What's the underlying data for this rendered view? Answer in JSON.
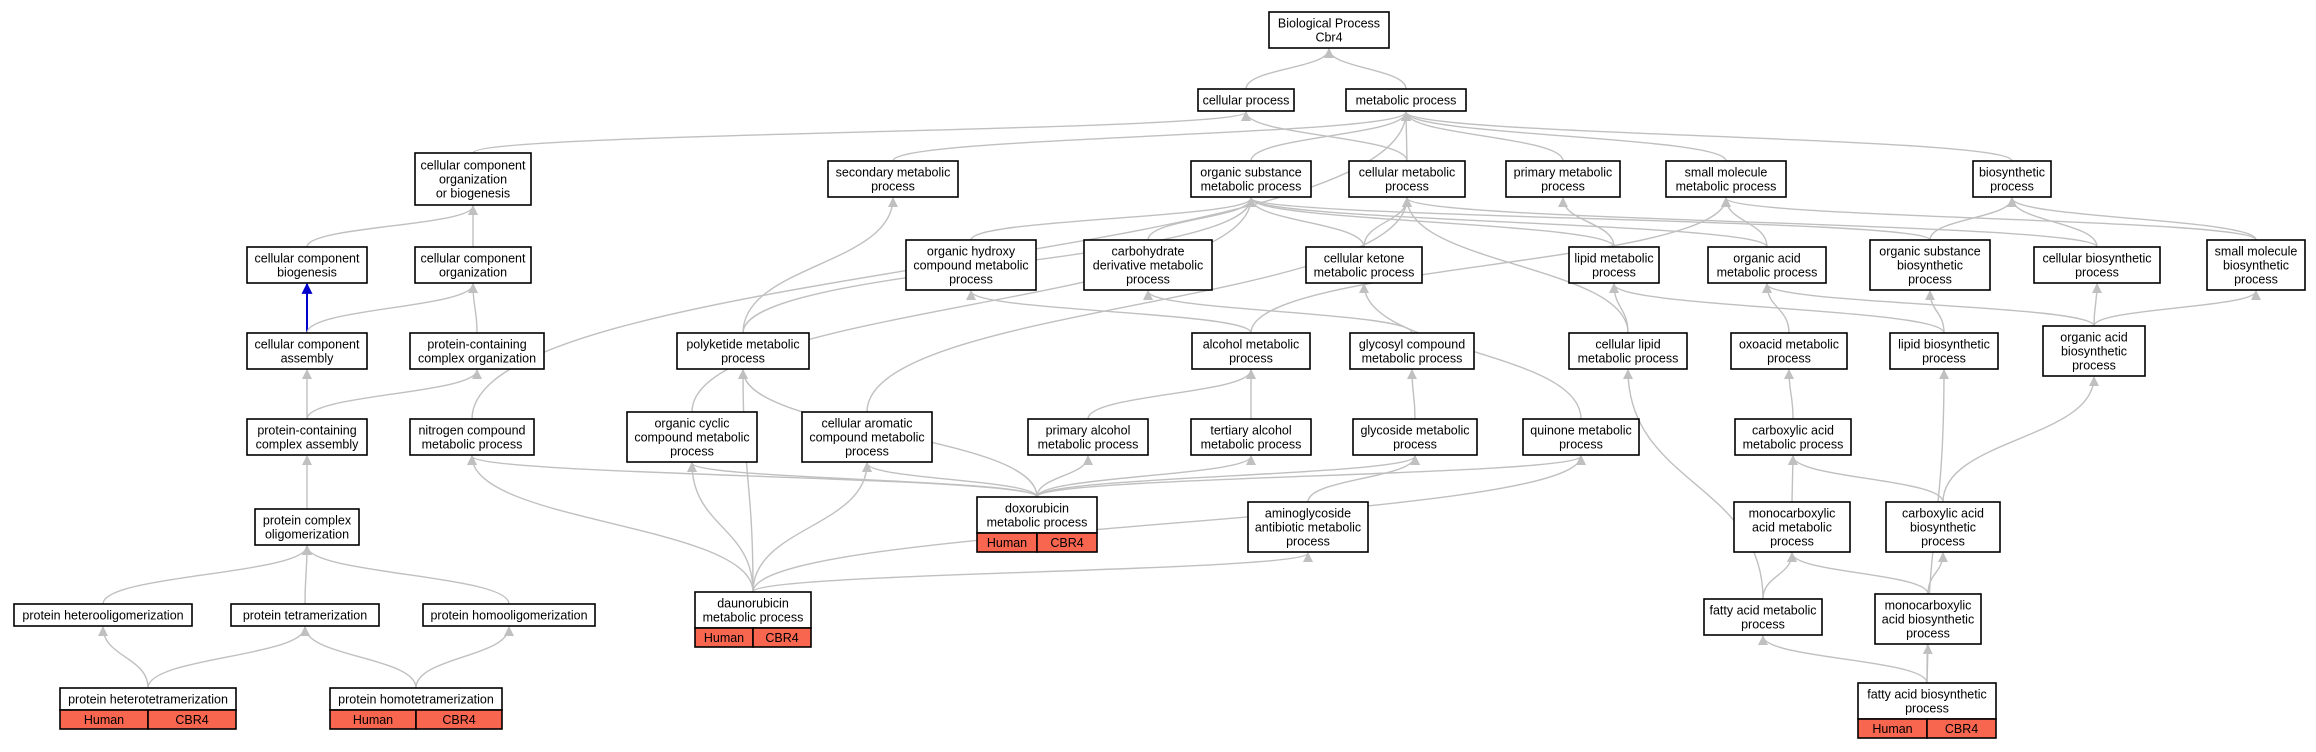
{
  "nodes": [
    {
      "id": "root",
      "lines": [
        "Biological Process",
        "Cbr4"
      ]
    },
    {
      "id": "cp",
      "lines": [
        "cellular process"
      ]
    },
    {
      "id": "mp",
      "lines": [
        "metabolic process"
      ]
    },
    {
      "id": "ccob",
      "lines": [
        "cellular component",
        "organization",
        "or biogenesis"
      ]
    },
    {
      "id": "smp",
      "lines": [
        "secondary metabolic",
        "process"
      ]
    },
    {
      "id": "osmp",
      "lines": [
        "organic substance",
        "metabolic process"
      ]
    },
    {
      "id": "cmp",
      "lines": [
        "cellular metabolic",
        "process"
      ]
    },
    {
      "id": "pmp",
      "lines": [
        "primary metabolic",
        "process"
      ]
    },
    {
      "id": "smmp",
      "lines": [
        "small molecule",
        "metabolic process"
      ]
    },
    {
      "id": "bp",
      "lines": [
        "biosynthetic",
        "process"
      ]
    },
    {
      "id": "ccb",
      "lines": [
        "cellular component",
        "biogenesis"
      ]
    },
    {
      "id": "cco",
      "lines": [
        "cellular component",
        "organization"
      ]
    },
    {
      "id": "ohcmp",
      "lines": [
        "organic hydroxy",
        "compound metabolic",
        "process"
      ]
    },
    {
      "id": "cdmp",
      "lines": [
        "carbohydrate",
        "derivative metabolic",
        "process"
      ]
    },
    {
      "id": "ckmp",
      "lines": [
        "cellular ketone",
        "metabolic process"
      ]
    },
    {
      "id": "lmp",
      "lines": [
        "lipid metabolic",
        "process"
      ]
    },
    {
      "id": "oamp",
      "lines": [
        "organic acid",
        "metabolic process"
      ]
    },
    {
      "id": "osbp",
      "lines": [
        "organic substance",
        "biosynthetic",
        "process"
      ]
    },
    {
      "id": "cbp",
      "lines": [
        "cellular biosynthetic",
        "process"
      ]
    },
    {
      "id": "smbp",
      "lines": [
        "small molecule",
        "biosynthetic",
        "process"
      ]
    },
    {
      "id": "cca",
      "lines": [
        "cellular component",
        "assembly"
      ]
    },
    {
      "id": "pcco",
      "lines": [
        "protein-containing",
        "complex organization"
      ]
    },
    {
      "id": "pkmp",
      "lines": [
        "polyketide metabolic",
        "process"
      ]
    },
    {
      "id": "almp",
      "lines": [
        "alcohol metabolic",
        "process"
      ]
    },
    {
      "id": "gcmp",
      "lines": [
        "glycosyl compound",
        "metabolic process"
      ]
    },
    {
      "id": "clmp",
      "lines": [
        "cellular lipid",
        "metabolic process"
      ]
    },
    {
      "id": "oxmp",
      "lines": [
        "oxoacid metabolic",
        "process"
      ]
    },
    {
      "id": "lbp",
      "lines": [
        "lipid biosynthetic",
        "process"
      ]
    },
    {
      "id": "oabp",
      "lines": [
        "organic acid",
        "biosynthetic",
        "process"
      ]
    },
    {
      "id": "pcca",
      "lines": [
        "protein-containing",
        "complex assembly"
      ]
    },
    {
      "id": "ncmp",
      "lines": [
        "nitrogen compound",
        "metabolic process"
      ]
    },
    {
      "id": "occmp",
      "lines": [
        "organic cyclic",
        "compound metabolic",
        "process"
      ]
    },
    {
      "id": "cacmp",
      "lines": [
        "cellular aromatic",
        "compound metabolic",
        "process"
      ]
    },
    {
      "id": "pamp",
      "lines": [
        "primary alcohol",
        "metabolic process"
      ]
    },
    {
      "id": "tamp",
      "lines": [
        "tertiary alcohol",
        "metabolic process"
      ]
    },
    {
      "id": "gsmp",
      "lines": [
        "glycoside metabolic",
        "process"
      ]
    },
    {
      "id": "qmp",
      "lines": [
        "quinone metabolic",
        "process"
      ]
    },
    {
      "id": "camp",
      "lines": [
        "carboxylic acid",
        "metabolic process"
      ]
    },
    {
      "id": "pco",
      "lines": [
        "protein complex",
        "oligomerization"
      ]
    },
    {
      "id": "dox",
      "lines": [
        "doxorubicin",
        "metabolic process"
      ],
      "ann": [
        "Human",
        "CBR4"
      ]
    },
    {
      "id": "agab",
      "lines": [
        "aminoglycoside",
        "antibiotic metabolic",
        "process"
      ]
    },
    {
      "id": "mcamp",
      "lines": [
        "monocarboxylic",
        "acid metabolic",
        "process"
      ]
    },
    {
      "id": "cabp",
      "lines": [
        "carboxylic acid",
        "biosynthetic",
        "process"
      ]
    },
    {
      "id": "phet",
      "lines": [
        "protein heterooligomerization"
      ]
    },
    {
      "id": "ptet",
      "lines": [
        "protein tetramerization"
      ]
    },
    {
      "id": "phom",
      "lines": [
        "protein homooligomerization"
      ]
    },
    {
      "id": "dau",
      "lines": [
        "daunorubicin",
        "metabolic process"
      ],
      "ann": [
        "Human",
        "CBR4"
      ]
    },
    {
      "id": "famp",
      "lines": [
        "fatty acid metabolic",
        "process"
      ]
    },
    {
      "id": "mcabp",
      "lines": [
        "monocarboxylic",
        "acid biosynthetic",
        "process"
      ]
    },
    {
      "id": "phtt",
      "lines": [
        "protein heterotetramerization"
      ],
      "ann": [
        "Human",
        "CBR4"
      ]
    },
    {
      "id": "phmt",
      "lines": [
        "protein homotetramerization"
      ],
      "ann": [
        "Human",
        "CBR4"
      ]
    },
    {
      "id": "fabp",
      "lines": [
        "fatty acid biosynthetic",
        "process"
      ],
      "ann": [
        "Human",
        "CBR4"
      ]
    }
  ],
  "edges": [
    [
      "cp",
      "root"
    ],
    [
      "mp",
      "root"
    ],
    [
      "cmp",
      "cp"
    ],
    [
      "ccob",
      "cp"
    ],
    [
      "smp",
      "mp"
    ],
    [
      "osmp",
      "mp"
    ],
    [
      "cmp",
      "mp"
    ],
    [
      "pmp",
      "mp"
    ],
    [
      "smmp",
      "mp"
    ],
    [
      "bp",
      "mp"
    ],
    [
      "ccb",
      "ccob"
    ],
    [
      "cco",
      "ccob"
    ],
    [
      "ncmp",
      "mp"
    ],
    [
      "ohcmp",
      "osmp"
    ],
    [
      "cdmp",
      "osmp"
    ],
    [
      "ckmp",
      "osmp"
    ],
    [
      "ckmp",
      "cmp"
    ],
    [
      "lmp",
      "osmp"
    ],
    [
      "lmp",
      "pmp"
    ],
    [
      "oamp",
      "osmp"
    ],
    [
      "oamp",
      "smmp"
    ],
    [
      "osbp",
      "osmp"
    ],
    [
      "osbp",
      "bp"
    ],
    [
      "cbp",
      "cmp"
    ],
    [
      "cbp",
      "bp"
    ],
    [
      "smbp",
      "smmp"
    ],
    [
      "smbp",
      "bp"
    ],
    [
      "cca",
      "ccb",
      "blue"
    ],
    [
      "cca",
      "cco"
    ],
    [
      "pcco",
      "cco"
    ],
    [
      "pkmp",
      "smp"
    ],
    [
      "pkmp",
      "osmp"
    ],
    [
      "almp",
      "ohcmp"
    ],
    [
      "almp",
      "smmp"
    ],
    [
      "gcmp",
      "cdmp"
    ],
    [
      "clmp",
      "lmp"
    ],
    [
      "clmp",
      "cmp"
    ],
    [
      "oxmp",
      "oamp"
    ],
    [
      "lbp",
      "lmp"
    ],
    [
      "lbp",
      "osbp"
    ],
    [
      "oabp",
      "oamp"
    ],
    [
      "oabp",
      "cbp"
    ],
    [
      "oabp",
      "smbp"
    ],
    [
      "pcca",
      "cca"
    ],
    [
      "pcca",
      "pcco"
    ],
    [
      "occmp",
      "osmp"
    ],
    [
      "cacmp",
      "cmp"
    ],
    [
      "pamp",
      "almp"
    ],
    [
      "tamp",
      "almp"
    ],
    [
      "gsmp",
      "gcmp"
    ],
    [
      "qmp",
      "ckmp"
    ],
    [
      "camp",
      "oxmp"
    ],
    [
      "pco",
      "pcca"
    ],
    [
      "dox",
      "pkmp"
    ],
    [
      "dox",
      "ncmp"
    ],
    [
      "dox",
      "occmp"
    ],
    [
      "dox",
      "cacmp"
    ],
    [
      "dox",
      "pamp"
    ],
    [
      "dox",
      "tamp"
    ],
    [
      "dox",
      "gsmp"
    ],
    [
      "dox",
      "qmp"
    ],
    [
      "agab",
      "gsmp"
    ],
    [
      "mcamp",
      "camp"
    ],
    [
      "cabp",
      "camp"
    ],
    [
      "cabp",
      "oabp"
    ],
    [
      "phet",
      "pco"
    ],
    [
      "ptet",
      "pco"
    ],
    [
      "phom",
      "pco"
    ],
    [
      "dau",
      "pkmp"
    ],
    [
      "dau",
      "ncmp"
    ],
    [
      "dau",
      "occmp"
    ],
    [
      "dau",
      "cacmp"
    ],
    [
      "dau",
      "agab"
    ],
    [
      "dau",
      "qmp"
    ],
    [
      "famp",
      "mcamp"
    ],
    [
      "famp",
      "clmp"
    ],
    [
      "mcabp",
      "mcamp"
    ],
    [
      "mcabp",
      "cabp"
    ],
    [
      "phtt",
      "phet"
    ],
    [
      "phtt",
      "ptet"
    ],
    [
      "phmt",
      "ptet"
    ],
    [
      "phmt",
      "phom"
    ],
    [
      "fabp",
      "famp"
    ],
    [
      "fabp",
      "mcabp"
    ],
    [
      "fabp",
      "lbp"
    ]
  ]
}
